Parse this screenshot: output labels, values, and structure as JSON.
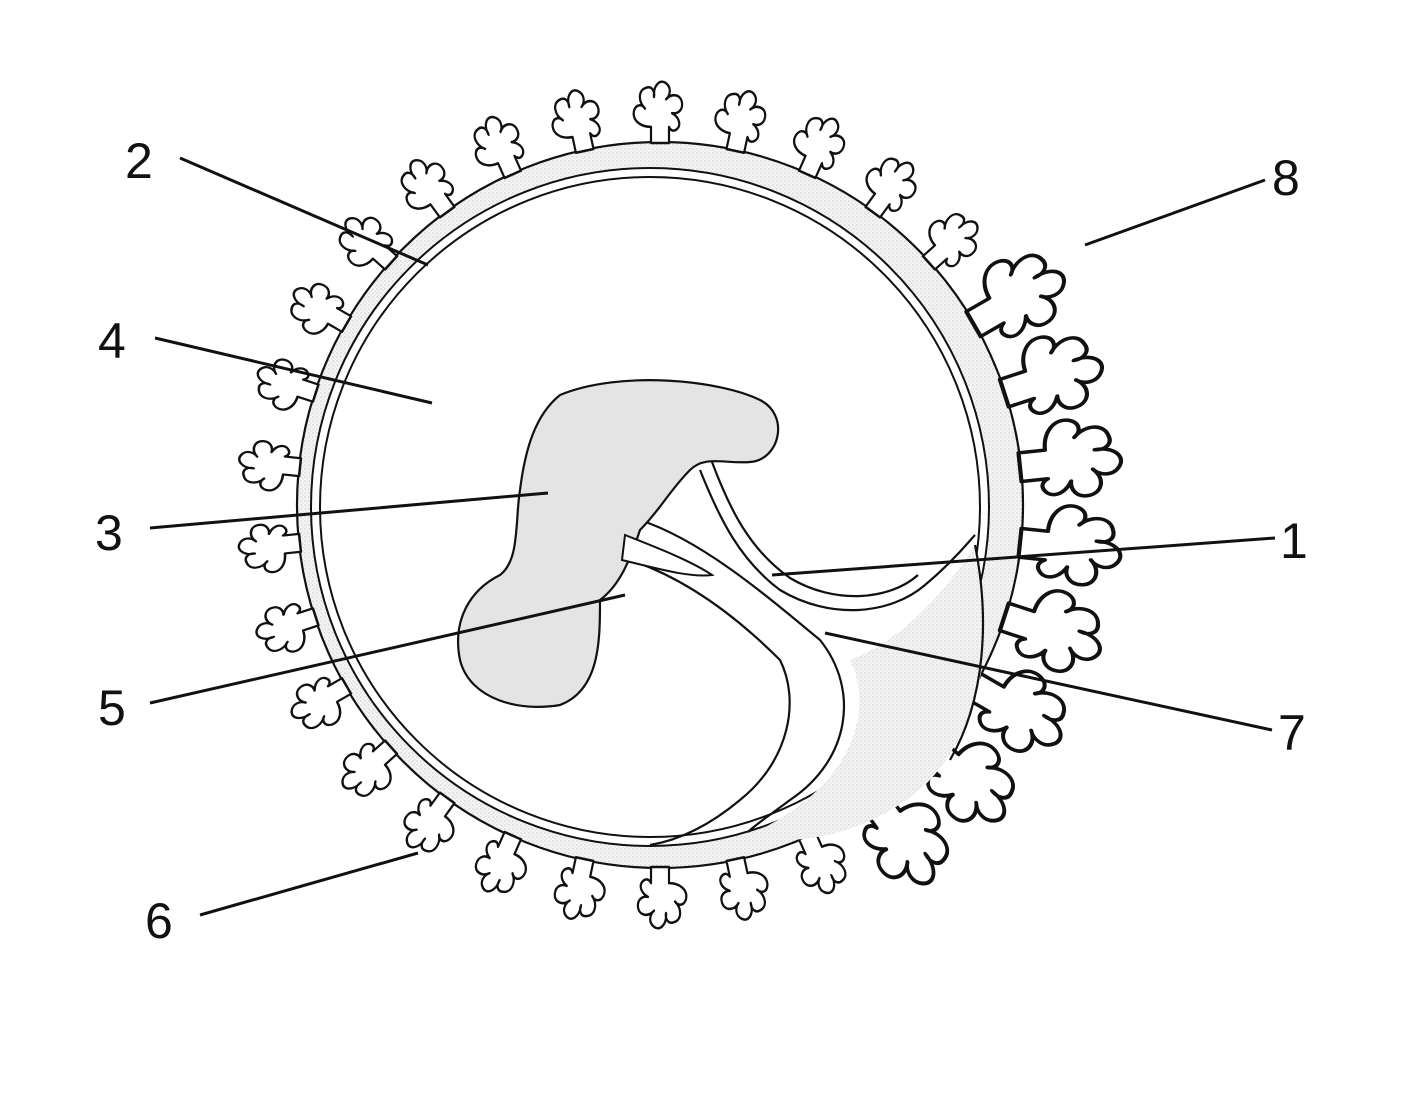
{
  "diagram": {
    "labels": [
      {
        "id": "1",
        "text": "1"
      },
      {
        "id": "2",
        "text": "2"
      },
      {
        "id": "3",
        "text": "3"
      },
      {
        "id": "4",
        "text": "4"
      },
      {
        "id": "5",
        "text": "5"
      },
      {
        "id": "6",
        "text": "6"
      },
      {
        "id": "7",
        "text": "7"
      },
      {
        "id": "8",
        "text": "8"
      }
    ],
    "colors": {
      "line": "#111111",
      "embryo_fill": "#e4e4e4",
      "stipple": "#d4d4d4",
      "background": "#ffffff"
    }
  }
}
